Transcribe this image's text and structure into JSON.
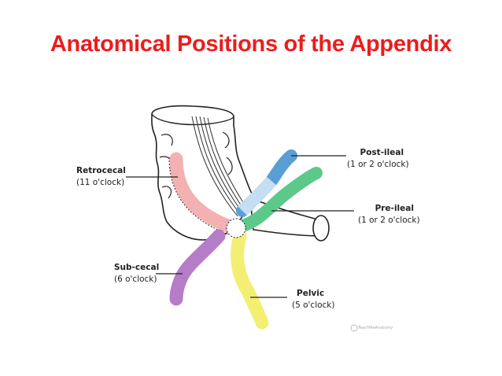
{
  "title": "Anatomical Positions of the Appendix",
  "colors": {
    "title": "#ee1c1c",
    "retrocecal": "#f4b1b1",
    "post_ileal": "#5a9fd4",
    "pre_ileal": "#5cc98a",
    "pelvic": "#f3ef73",
    "sub_cecal": "#b57cc8"
  },
  "labels": {
    "retrocecal": {
      "name": "Retrocecal",
      "position": "(11 o'clock)"
    },
    "post_ileal": {
      "name": "Post-ileal",
      "position": "(1 or 2 o'clock)"
    },
    "pre_ileal": {
      "name": "Pre-ileal",
      "position": "(1 or 2 o'clock)"
    },
    "sub_cecal": {
      "name": "Sub-cecal",
      "position": "(6 o'clock)"
    },
    "pelvic": {
      "name": "Pelvic",
      "position": "(5 o'clock)"
    }
  },
  "watermark": "TeachMeAnatomy"
}
